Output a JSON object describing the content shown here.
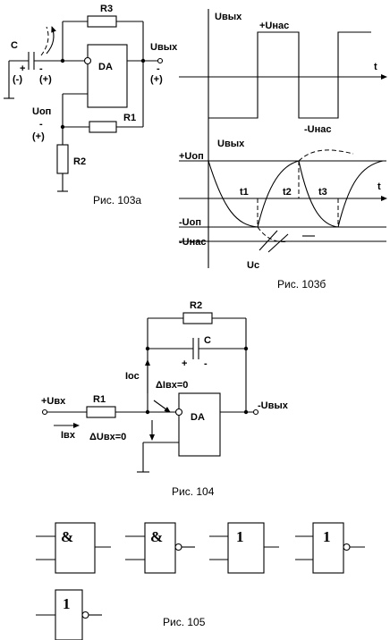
{
  "fig103a": {
    "r3": "R3",
    "c": "C",
    "plus_l": "+",
    "minus_l": "-",
    "paren_minus": "(-)",
    "paren_plus": "(+)",
    "da": "DA",
    "uvyh": "Uвых",
    "out_minus": "-",
    "out_plus": "(+)",
    "uop": "Uоп",
    "uop_minus": "-",
    "uop_plus": "(+)",
    "r1": "R1",
    "r2": "R2",
    "caption": "Рис. 103а"
  },
  "fig103b": {
    "uvyh_top": "Uвых",
    "plus_unas": "+Uнас",
    "t_top": "t",
    "minus_unas_top": "-Uнас",
    "uvyh_bottom": "Uвых",
    "plus_uop": "+Uоп",
    "t_bottom": "t",
    "t1": "t1",
    "t2": "t2",
    "t3": "t3",
    "minus_uop": "-Uоп",
    "minus_unas": "-Uнас",
    "uc": "Uc",
    "caption": "Рис. 103б"
  },
  "fig104": {
    "r2": "R2",
    "c": "C",
    "ioc": "Iос",
    "cap_plus": "+",
    "cap_minus": "-",
    "dibx": "ΔIвх=0",
    "plus_ubx": "+Uвх",
    "r1": "R1",
    "ibx": "Iвх",
    "minus_uvyh": "-Uвых",
    "da": "DA",
    "dubx": "ΔUвх=0",
    "caption": "Рис. 104"
  },
  "fig105": {
    "gate_and_1": "&",
    "gate_and_2": "&",
    "gate_or_1": "1",
    "gate_or_2": "1",
    "gate_not": "1",
    "caption": "Рис. 105"
  }
}
